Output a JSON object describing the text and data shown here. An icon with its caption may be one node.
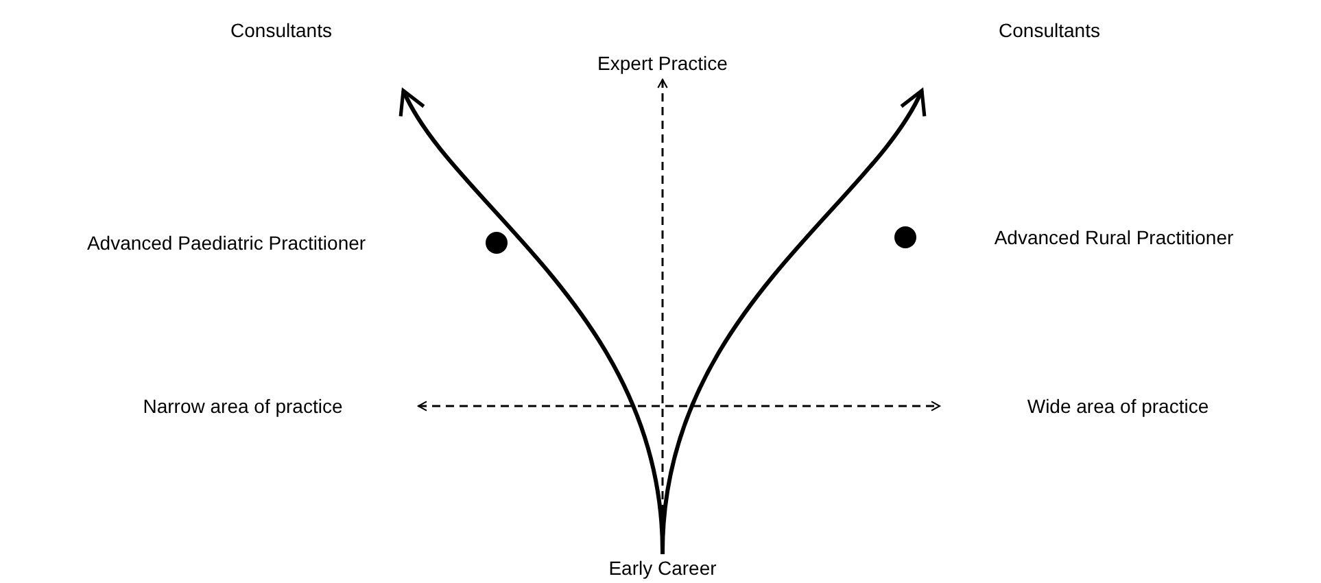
{
  "diagram": {
    "nodes": [
      {
        "text": [
          "Consultants"
        ]
      },
      {
        "text": [
          "Expert Practice"
        ]
      },
      {
        "text": [
          "Consultants"
        ]
      },
      {
        "text": [
          "Advanced Paediatric Practitioner"
        ]
      },
      {
        "text": [],
        "shape": "circle"
      },
      {
        "text": [],
        "shape": "circle"
      },
      {
        "text": [
          "Advanced Rural Practitioner"
        ]
      },
      {
        "text": [
          "Narrow area of practice"
        ]
      },
      {
        "text": [
          "Wide area of practice"
        ]
      },
      {
        "text": [
          "Early Career"
        ]
      }
    ],
    "edges": [
      {
        "from": 9,
        "to": 0,
        "arrow": "to",
        "style": "thick"
      },
      {
        "from": 9,
        "to": 2,
        "arrow": "to",
        "style": "thick"
      },
      {
        "from": 9,
        "to": 1,
        "arrow": "to",
        "style": "dashed"
      },
      {
        "from": 7,
        "to": 8,
        "arrow": "both",
        "style": "dashed"
      }
    ]
  }
}
